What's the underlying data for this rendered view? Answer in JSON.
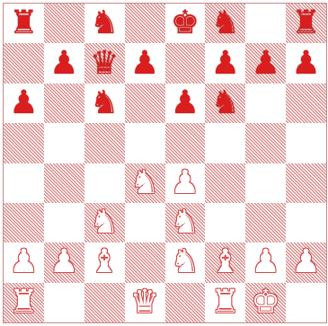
{
  "board": {
    "colors": {
      "black_piece": "#d81e1e",
      "white_piece_outline": "#d24a4a",
      "dark_square_hatch": "#d98f8f",
      "light_square": "#ffffff"
    },
    "rows": [
      [
        {
          "piece": "rook",
          "color": "black",
          "icon": "rook-icon"
        },
        null,
        {
          "piece": "knight",
          "color": "black",
          "icon": "knight-icon"
        },
        null,
        {
          "piece": "king",
          "color": "black",
          "icon": "king-icon"
        },
        {
          "piece": "knight",
          "color": "black",
          "icon": "knight-icon"
        },
        null,
        {
          "piece": "rook",
          "color": "black",
          "icon": "rook-icon"
        }
      ],
      [
        null,
        {
          "piece": "pawn",
          "color": "black",
          "icon": "pawn-icon"
        },
        {
          "piece": "queen",
          "color": "black",
          "icon": "queen-icon"
        },
        {
          "piece": "pawn",
          "color": "black",
          "icon": "pawn-icon"
        },
        null,
        {
          "piece": "pawn",
          "color": "black",
          "icon": "pawn-icon"
        },
        {
          "piece": "pawn",
          "color": "black",
          "icon": "pawn-icon"
        },
        {
          "piece": "pawn",
          "color": "black",
          "icon": "pawn-icon"
        }
      ],
      [
        {
          "piece": "pawn",
          "color": "black",
          "icon": "pawn-icon"
        },
        null,
        {
          "piece": "knight",
          "color": "black",
          "icon": "knight-icon"
        },
        null,
        {
          "piece": "pawn",
          "color": "black",
          "icon": "pawn-icon"
        },
        {
          "piece": "knight",
          "color": "black",
          "icon": "knight-icon"
        },
        null,
        null
      ],
      [
        null,
        null,
        null,
        null,
        null,
        null,
        null,
        null
      ],
      [
        null,
        null,
        null,
        {
          "piece": "knight",
          "color": "white",
          "icon": "knight-icon"
        },
        {
          "piece": "pawn",
          "color": "white",
          "icon": "pawn-icon"
        },
        null,
        null,
        null
      ],
      [
        null,
        null,
        {
          "piece": "knight",
          "color": "white",
          "icon": "knight-icon"
        },
        null,
        {
          "piece": "knight",
          "color": "white",
          "icon": "knight-icon"
        },
        null,
        null,
        null
      ],
      [
        {
          "piece": "pawn",
          "color": "white",
          "icon": "pawn-icon"
        },
        {
          "piece": "pawn",
          "color": "white",
          "icon": "pawn-icon"
        },
        {
          "piece": "bishop",
          "color": "white",
          "icon": "bishop-icon"
        },
        null,
        {
          "piece": "knight",
          "color": "white",
          "icon": "knight-icon"
        },
        {
          "piece": "bishop",
          "color": "white",
          "icon": "bishop-icon"
        },
        {
          "piece": "pawn",
          "color": "white",
          "icon": "pawn-icon"
        },
        {
          "piece": "pawn",
          "color": "white",
          "icon": "pawn-icon"
        }
      ],
      [
        {
          "piece": "rook",
          "color": "white",
          "icon": "rook-icon"
        },
        null,
        null,
        {
          "piece": "queen",
          "color": "white",
          "icon": "queen-icon"
        },
        null,
        {
          "piece": "rook",
          "color": "white",
          "icon": "rook-icon"
        },
        {
          "piece": "king",
          "color": "white",
          "icon": "king-icon"
        },
        null
      ]
    ]
  }
}
